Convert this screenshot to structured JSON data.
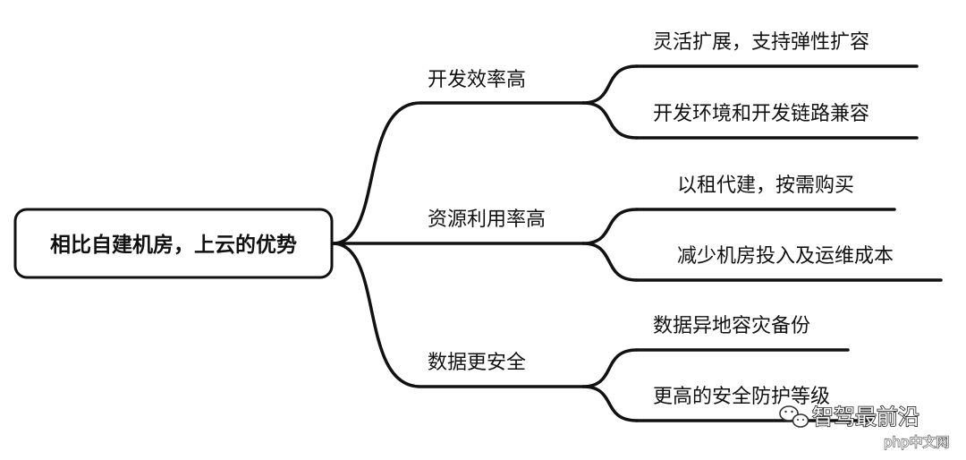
{
  "root": {
    "label": "相比自建机房，上云的优势"
  },
  "branches": [
    {
      "label": "开发效率高",
      "children": [
        {
          "label": "灵活扩展，支持弹性扩容"
        },
        {
          "label": "开发环境和开发链路兼容"
        }
      ]
    },
    {
      "label": "资源利用率高",
      "children": [
        {
          "label": "以租代建，按需购买"
        },
        {
          "label": "减少机房投入及运维成本"
        }
      ]
    },
    {
      "label": "数据更安全",
      "children": [
        {
          "label": "数据异地容灾备份"
        },
        {
          "label": "更高的安全防护等级"
        }
      ]
    }
  ],
  "watermark": {
    "account": "智驾最前沿",
    "site": "php中文网"
  },
  "colors": {
    "line": "#111111",
    "background": "#ffffff"
  }
}
